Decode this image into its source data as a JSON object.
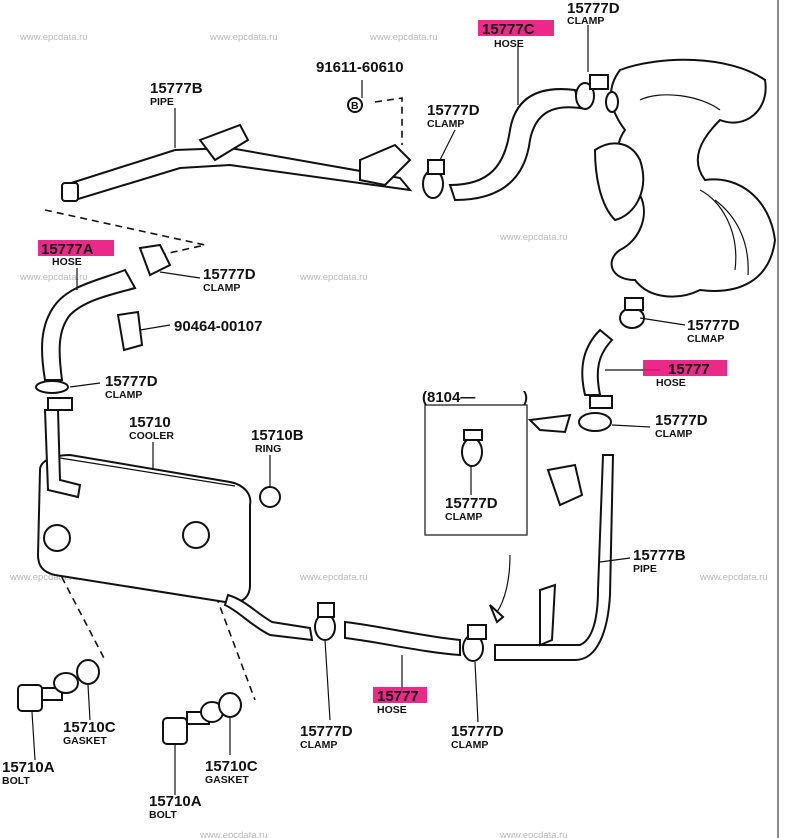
{
  "colors": {
    "highlight": "#e8127c",
    "ink": "#111111",
    "watermark": "#b8b8b8"
  },
  "watermark": "www.epcdata.ru",
  "labels": [
    {
      "id": "hose-c",
      "num": "15777C",
      "desc": "HOSE",
      "highlight": true
    },
    {
      "id": "clamp-top-right",
      "num": "15777D",
      "desc": "CLAMP"
    },
    {
      "id": "bolt-small",
      "num": "91611-60610",
      "desc": ""
    },
    {
      "id": "pipe-b-top",
      "num": "15777B",
      "desc": "PIPE"
    },
    {
      "id": "clamp-top-mid",
      "num": "15777D",
      "desc": "CLAMP"
    },
    {
      "id": "hose-a",
      "num": "15777A",
      "desc": "HOSE",
      "highlight": true
    },
    {
      "id": "clamp-left-upper",
      "num": "15777D",
      "desc": "CLAMP"
    },
    {
      "id": "bracket-clip",
      "num": "90464-00107",
      "desc": ""
    },
    {
      "id": "clamp-right-upper",
      "num": "15777D",
      "desc": "CLMAP"
    },
    {
      "id": "hose-right",
      "num": "15777",
      "desc": "HOSE",
      "highlight": true
    },
    {
      "id": "clamp-left-lower",
      "num": "15777D",
      "desc": "CLAMP"
    },
    {
      "id": "cooler",
      "num": "15710",
      "desc": "COOLER"
    },
    {
      "id": "ring",
      "num": "15710B",
      "desc": "RING"
    },
    {
      "id": "clamp-right-mid",
      "num": "15777D",
      "desc": "CLAMP"
    },
    {
      "id": "clamp-inset",
      "num": "15777D",
      "desc": "CLAMP"
    },
    {
      "id": "pipe-b-right",
      "num": "15777B",
      "desc": "PIPE"
    },
    {
      "id": "gasket-left",
      "num": "15710C",
      "desc": "GASKET"
    },
    {
      "id": "gasket-mid",
      "num": "15710C",
      "desc": "GASKET"
    },
    {
      "id": "bolt-left",
      "num": "15710A",
      "desc": "BOLT"
    },
    {
      "id": "bolt-mid",
      "num": "15710A",
      "desc": "BOLT"
    },
    {
      "id": "hose-bottom",
      "num": "15777",
      "desc": "HOSE",
      "highlight": true
    },
    {
      "id": "clamp-bottom-mid",
      "num": "15777D",
      "desc": "CLAMP"
    },
    {
      "id": "clamp-bottom-right",
      "num": "15777D",
      "desc": "CLAMP"
    }
  ],
  "inset": {
    "code": "(8104—",
    "close": ")"
  },
  "bolt_marker": "B"
}
